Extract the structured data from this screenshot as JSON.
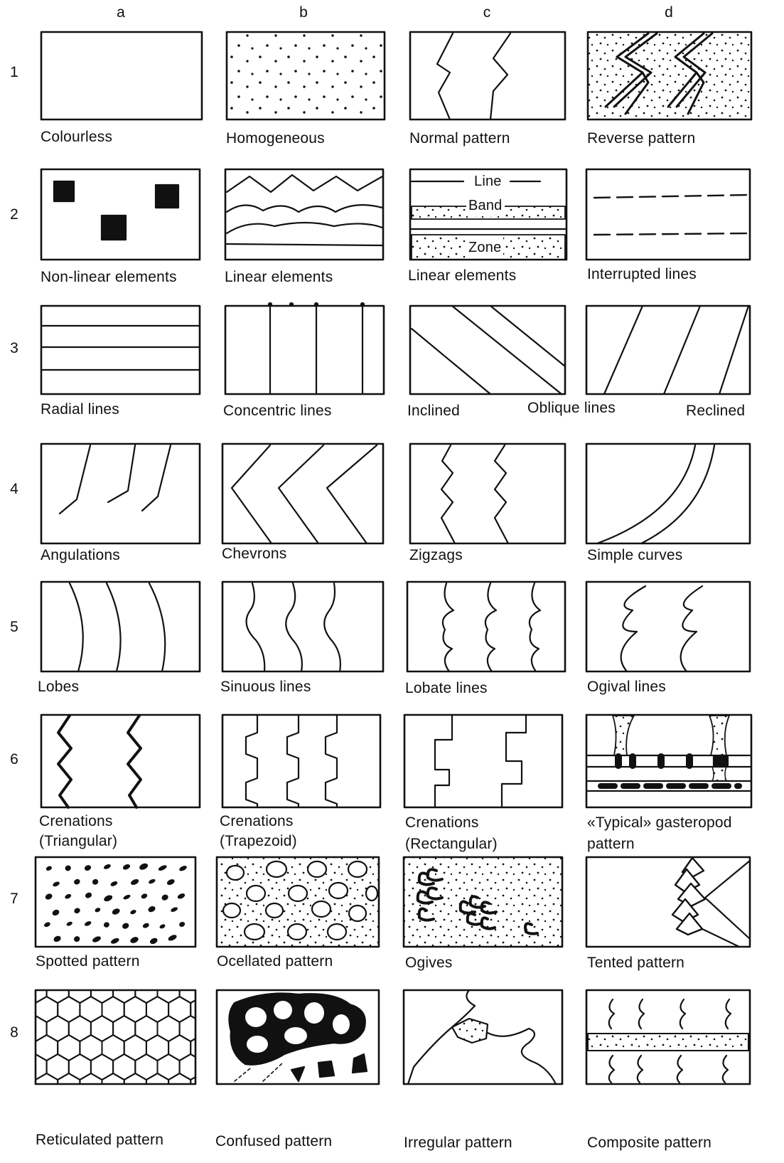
{
  "columns": [
    "a",
    "b",
    "c",
    "d"
  ],
  "rows": [
    "1",
    "2",
    "3",
    "4",
    "5",
    "6",
    "7",
    "8"
  ],
  "patterns": {
    "1a": "Colourless",
    "1b": "Homogeneous",
    "1c": "Normal pattern",
    "1d": "Reverse pattern",
    "2a": "Non-linear elements",
    "2b": "Linear elements",
    "2c": "Linear elements",
    "2d": "Interrupted lines",
    "3a": "Radial lines",
    "3b": "Concentric lines",
    "3c": "Inclined",
    "3cd": "Oblique lines",
    "3d": "Reclined",
    "4a": "Angulations",
    "4b": "Chevrons",
    "4c": "Zigzags",
    "4d": "Simple curves",
    "5a": "Lobes",
    "5b": "Sinuous lines",
    "5c": "Lobate lines",
    "5d": "Ogival lines",
    "6a_1": "Crenations",
    "6a_2": "(Triangular)",
    "6b_1": "Crenations",
    "6b_2": "(Trapezoid)",
    "6c_1": "Crenations",
    "6c_2": "(Rectangular)",
    "6d_1": "«Typical» gasteropod",
    "6d_2": "pattern",
    "7a": "Spotted pattern",
    "7b": "Ocellated pattern",
    "7c": "Ogives",
    "7d": "Tented pattern",
    "8a": "Reticulated pattern",
    "8b": "Confused pattern",
    "8c": "Irregular pattern",
    "8d": "Composite pattern"
  },
  "inner_labels": {
    "line": "Line",
    "band": "Band",
    "zone": "Zone"
  }
}
